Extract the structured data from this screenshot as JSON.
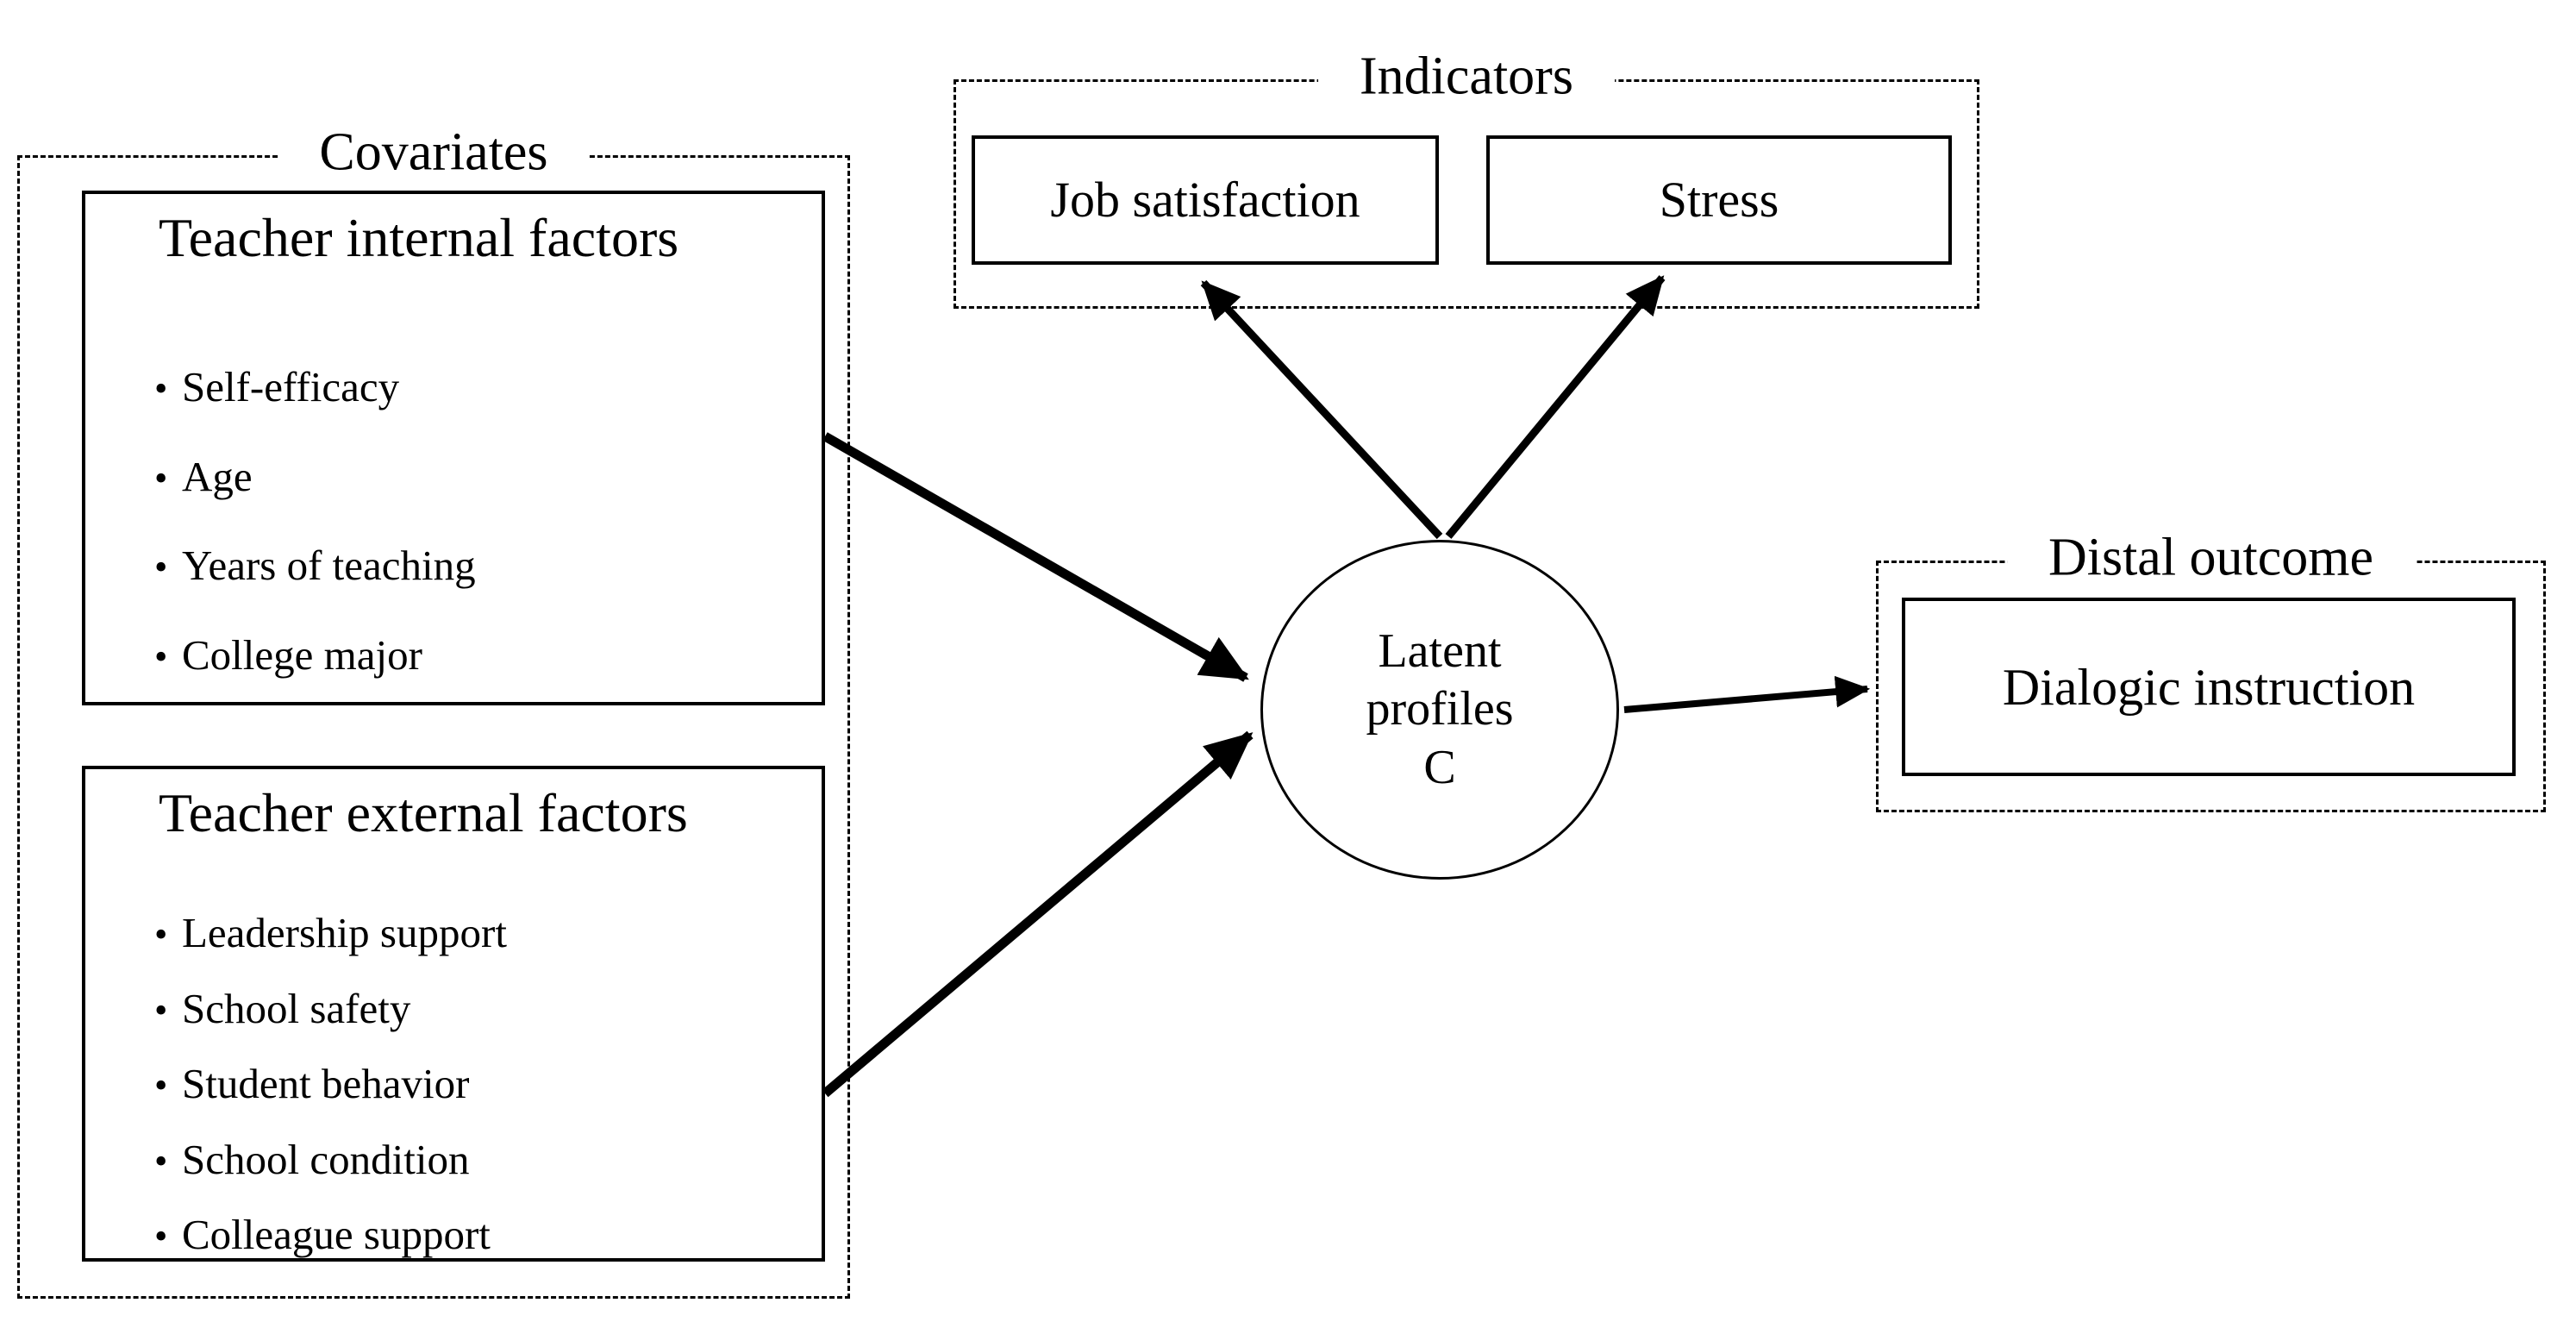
{
  "diagram": {
    "bullet": "•",
    "colors": {
      "ink": "#000000",
      "paper": "#ffffff"
    },
    "covariates": {
      "title": "Covariates",
      "internal": {
        "title": "Teacher internal factors",
        "items": [
          "Self-efficacy",
          "Age",
          "Years of teaching",
          "College major"
        ]
      },
      "external": {
        "title": "Teacher external factors",
        "items": [
          "Leadership support",
          "School safety",
          "Student behavior",
          "School condition",
          "Colleague support"
        ]
      }
    },
    "indicators": {
      "title": "Indicators",
      "job": "Job satisfaction",
      "stress": "Stress"
    },
    "latent": {
      "line1": "Latent",
      "line2": "profiles",
      "line3": "C"
    },
    "distal": {
      "title": "Distal outcome",
      "box": "Dialogic instruction"
    }
  }
}
